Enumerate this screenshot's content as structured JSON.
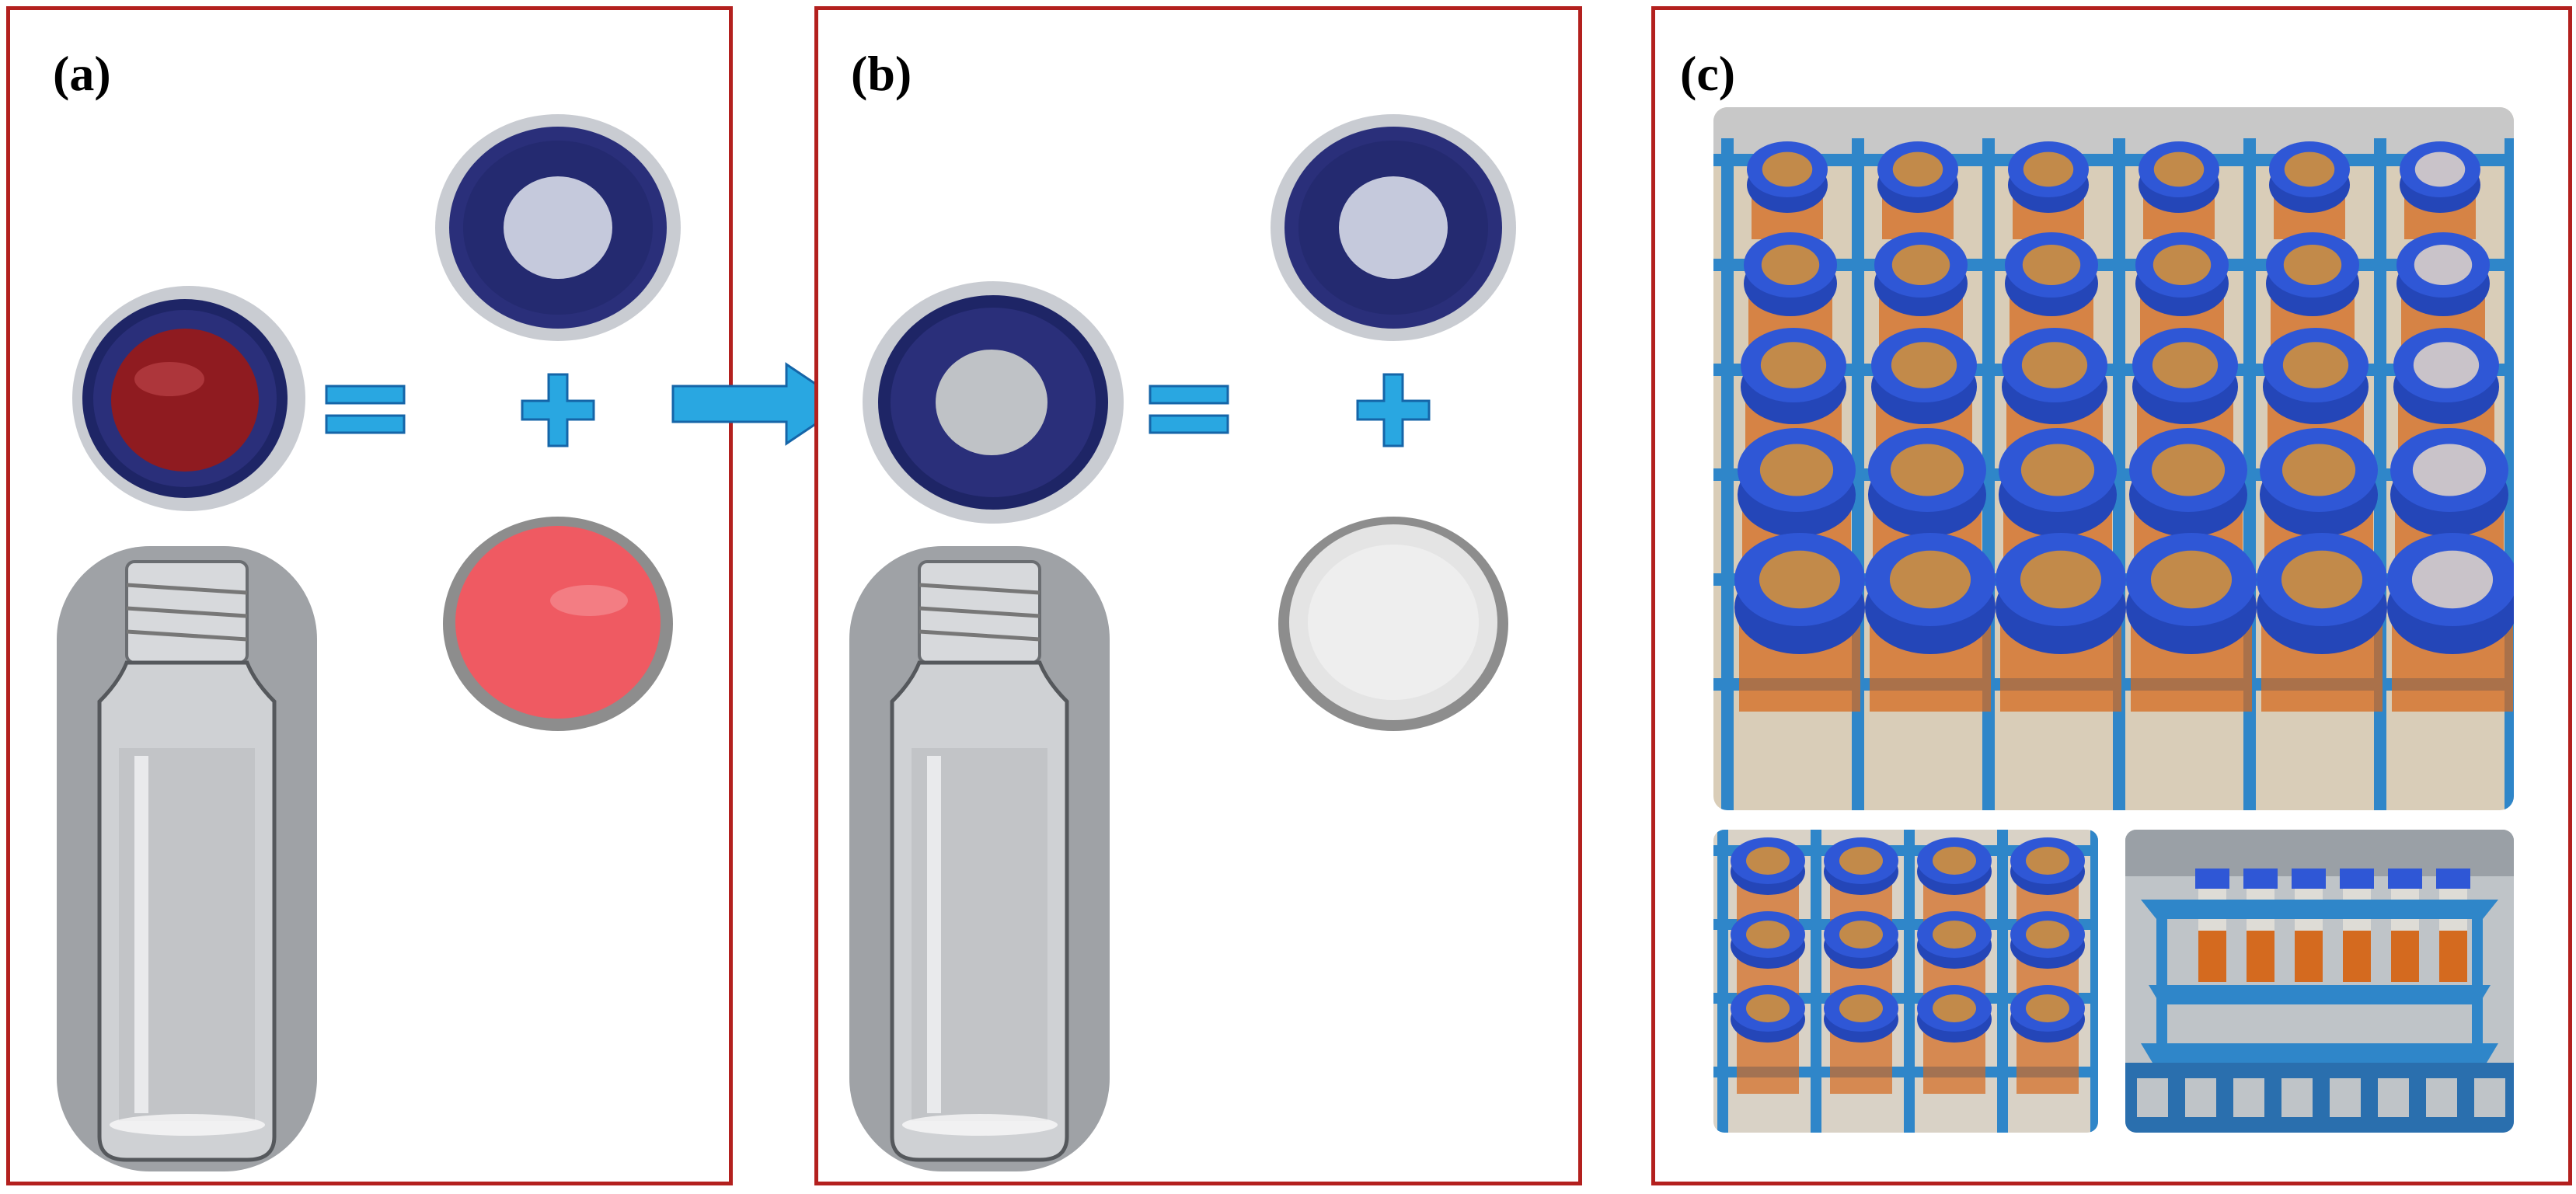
{
  "panels": [
    {
      "id": "a",
      "label": "(a)"
    },
    {
      "id": "b",
      "label": "(b)"
    },
    {
      "id": "c",
      "label": "(c)"
    }
  ],
  "colors": {
    "frame": "#b3201e",
    "cap_blue": "#2a2f7a",
    "septum_red": "#9a1e22",
    "septum_pink": "#ef5a62",
    "septum_white": "#e8e8e8",
    "symbol_blue": "#29a7e1",
    "rack_blue": "#2f86c9",
    "liquid_orange": "#d46a1f"
  },
  "icons": [
    "equals-icon",
    "plus-icon",
    "arrow-right-icon"
  ]
}
